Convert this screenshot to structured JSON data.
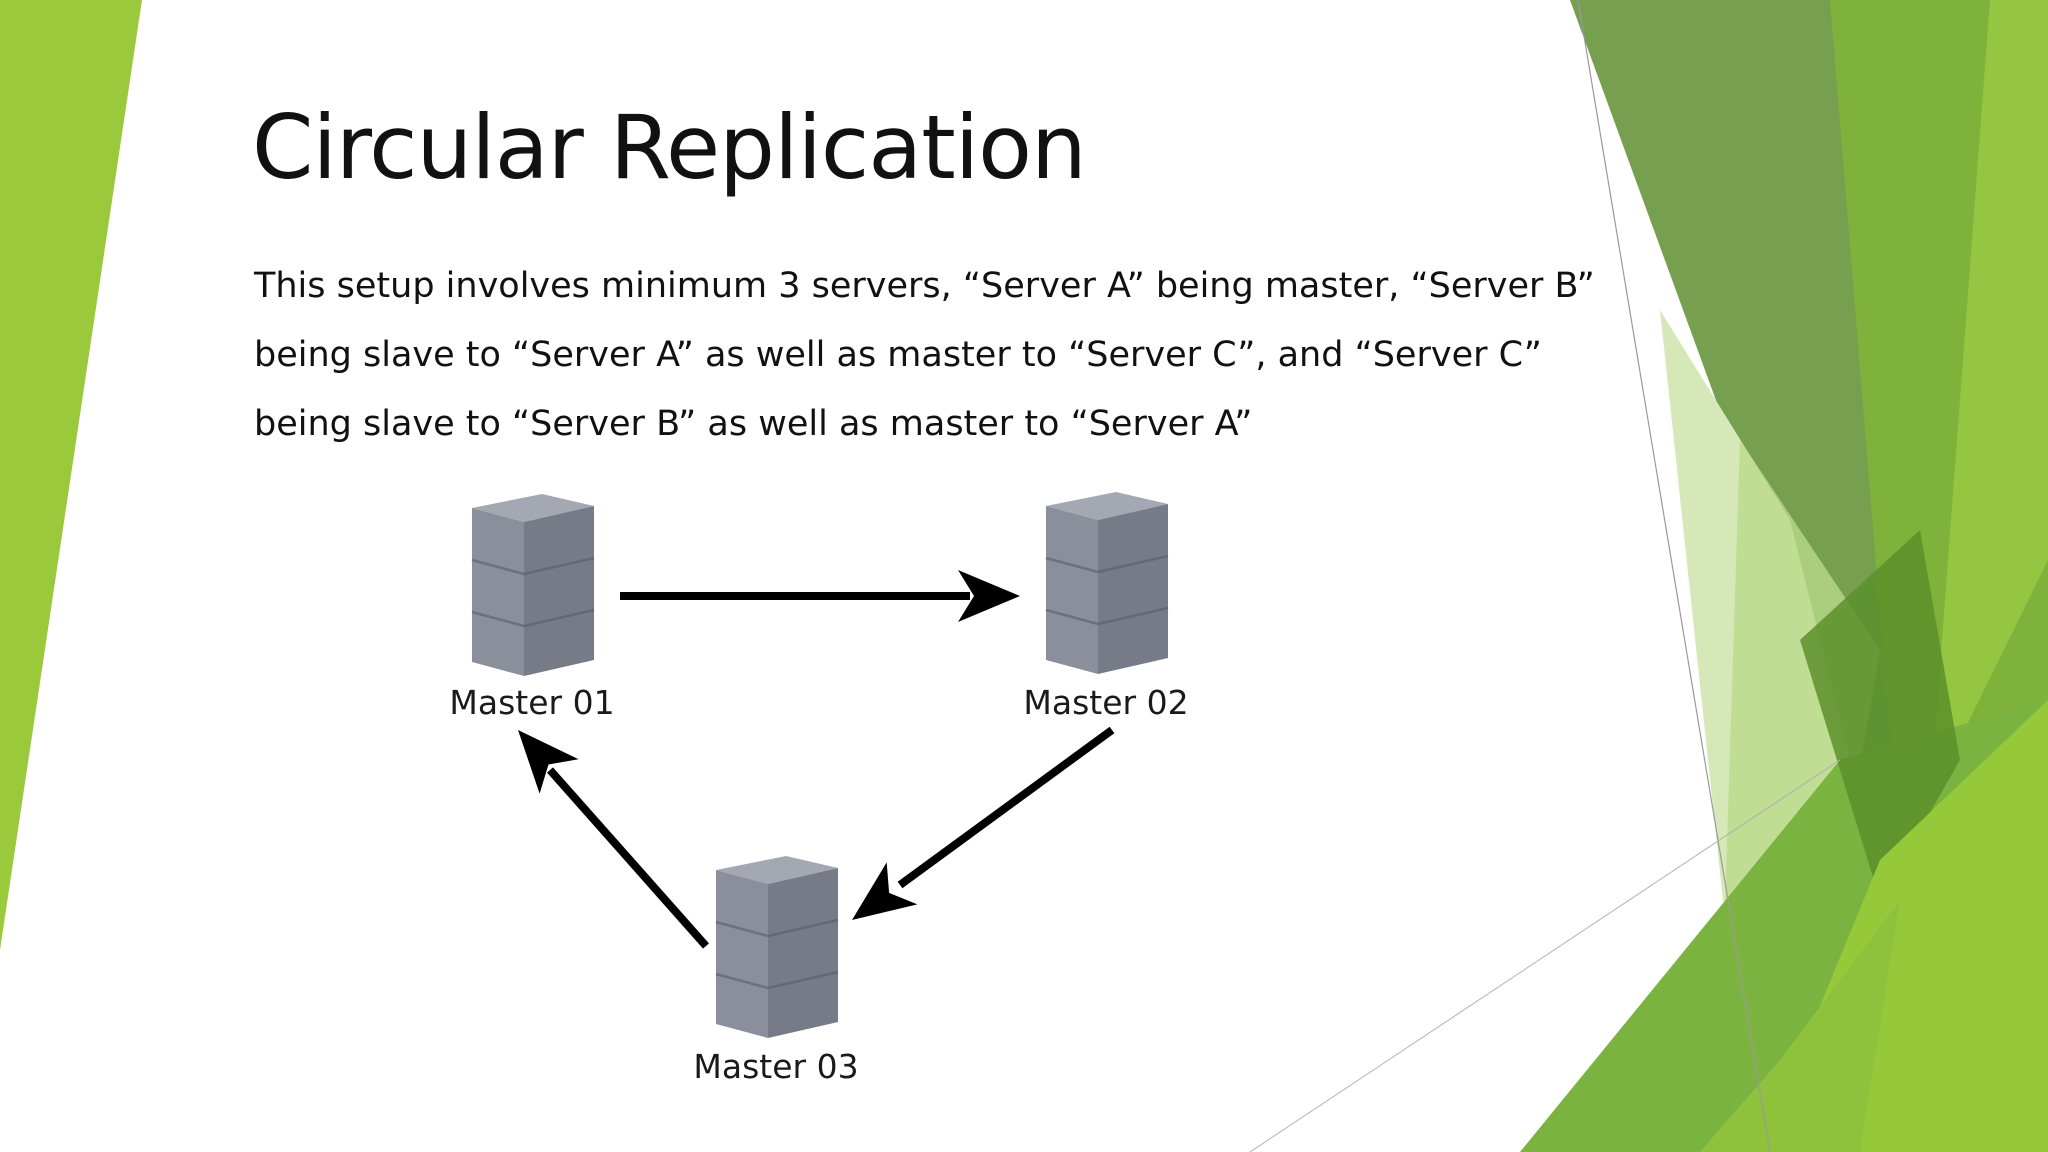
{
  "slide": {
    "title": "Circular Replication",
    "body_lines": [
      "This setup involves minimum 3 servers, “Server A” being master, “Server B”",
      "being slave to “Server A” as well as master to “Server C”, and “Server C”",
      "being slave to “Server B” as well as master to “Server A”"
    ]
  },
  "diagram": {
    "nodes": [
      {
        "id": "master-01",
        "label": "Master 01",
        "icon": "server-icon"
      },
      {
        "id": "master-02",
        "label": "Master 02",
        "icon": "server-icon"
      },
      {
        "id": "master-03",
        "label": "Master 03",
        "icon": "server-icon"
      }
    ],
    "edges": [
      {
        "from": "master-01",
        "to": "master-02"
      },
      {
        "from": "master-02",
        "to": "master-03"
      },
      {
        "from": "master-03",
        "to": "master-01"
      }
    ]
  },
  "theme": {
    "accent_light": "#9bc93c",
    "accent_mid": "#7ab340",
    "accent_dark": "#5c8f2a",
    "server_face": "#8a8f9b",
    "server_side": "#6b707c"
  }
}
